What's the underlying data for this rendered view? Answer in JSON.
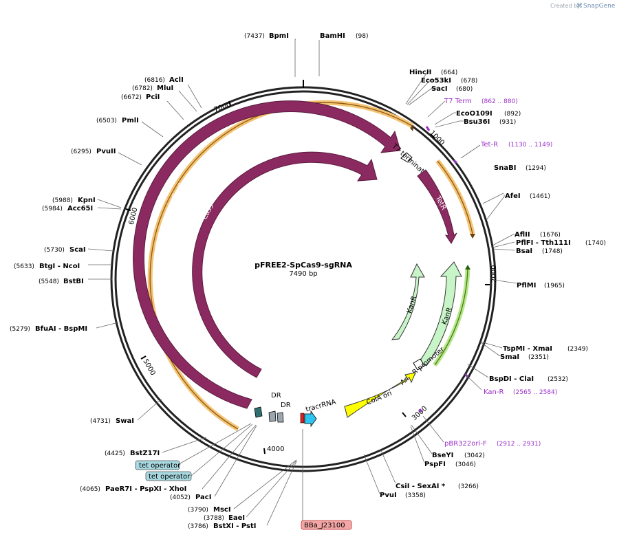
{
  "credit": {
    "prefix": "Created by",
    "brand": "SnapGene"
  },
  "plasmid": {
    "name": "pFREE2-SpCas9-sgRNA",
    "size": "7490 bp"
  },
  "ticks": [
    "1000",
    "2000",
    "3000",
    "4000",
    "5000",
    "6000",
    "7000"
  ],
  "sites": [
    {
      "pos": "(7437)",
      "name": "BpmI"
    },
    {
      "name": "BamHI",
      "pos": "(98)"
    },
    {
      "name": "HincII",
      "pos": "(664)"
    },
    {
      "name": "Eco53kI",
      "pos": "(678)"
    },
    {
      "name": "SacI",
      "pos": "(680)"
    },
    {
      "name": "EcoO109I",
      "pos": "(892)"
    },
    {
      "name": "Bsu36I",
      "pos": "(931)"
    },
    {
      "name": "SnaBI",
      "pos": "(1294)"
    },
    {
      "name": "AfeI",
      "pos": "(1461)"
    },
    {
      "name": "AflII",
      "pos": "(1676)"
    },
    {
      "name": "PflFI - Tth111I",
      "pos": "(1740)"
    },
    {
      "name": "BsaI",
      "pos": "(1748)"
    },
    {
      "name": "PflMI",
      "pos": "(1965)"
    },
    {
      "name": "TspMI - XmaI",
      "pos": "(2349)"
    },
    {
      "name": "SmaI",
      "pos": "(2351)"
    },
    {
      "name": "BspDI - ClaI",
      "pos": "(2532)"
    },
    {
      "name": "BseYI",
      "pos": "(3042)"
    },
    {
      "name": "PspFI",
      "pos": "(3046)"
    },
    {
      "name": "CsiI - SexAI *",
      "pos": "(3266)"
    },
    {
      "name": "PvuI",
      "pos": "(3358)"
    },
    {
      "pos": "(6816)",
      "name": "AclI"
    },
    {
      "pos": "(6782)",
      "name": "MluI"
    },
    {
      "pos": "(6672)",
      "name": "PciI"
    },
    {
      "pos": "(6503)",
      "name": "PmlI"
    },
    {
      "pos": "(6295)",
      "name": "PvuII"
    },
    {
      "pos": "(5988)",
      "name": "KpnI"
    },
    {
      "pos": "(5984)",
      "name": "Acc65I"
    },
    {
      "pos": "(5730)",
      "name": "ScaI"
    },
    {
      "pos": "(5633)",
      "name": "BtgI - NcoI"
    },
    {
      "pos": "(5548)",
      "name": "BstBI"
    },
    {
      "pos": "(5279)",
      "name": "BfuAI - BspMI"
    },
    {
      "pos": "(4731)",
      "name": "SwaI"
    },
    {
      "pos": "(4425)",
      "name": "BstZ17I"
    },
    {
      "pos": "(4065)",
      "name": "PaeR7I - PspXI - XhoI"
    },
    {
      "pos": "(4052)",
      "name": "PacI"
    },
    {
      "pos": "(3790)",
      "name": "MscI"
    },
    {
      "pos": "(3788)",
      "name": "EaeI"
    },
    {
      "pos": "(3786)",
      "name": "BstXI - PstI"
    }
  ],
  "primers": [
    {
      "name": "T7 Term",
      "range": "(862 .. 880)"
    },
    {
      "name": "Tet-R",
      "range": "(1130 .. 1149)"
    },
    {
      "name": "Kan-R",
      "range": "(2565 .. 2584)"
    },
    {
      "name": "pBR322ori-F",
      "range": "(2912 .. 2931)"
    }
  ],
  "features": {
    "cas9_outer": "Cas9",
    "cas9_inner": "Cas9",
    "t7_terminator": "T7 terminator",
    "tetr": "TetR",
    "kanr_outer": "KanR",
    "kanr_inner": "KanR",
    "ampr_promoter": "AmpR promoter",
    "cola_ori": "ColA ori",
    "dr1": "DR",
    "dr2": "DR",
    "tracrrna": "tracrRNA"
  },
  "boxes": {
    "tet_operator_1": "tet operator",
    "tet_operator_2": "tet operator",
    "bba": "BBa_J23100"
  },
  "colors": {
    "cas9": "#8b2a60",
    "tetr": "#8b2a60",
    "kanr": "#c8f5c8",
    "cola_ori": "#ffff00",
    "orange_arc": "#f4c272",
    "green_arc": "#b7e68a",
    "primer": "#9b30c8",
    "tet_operator": "#a8d8e0",
    "bba": "#f4a6a6",
    "tracrrna": "#2ec4f0"
  }
}
